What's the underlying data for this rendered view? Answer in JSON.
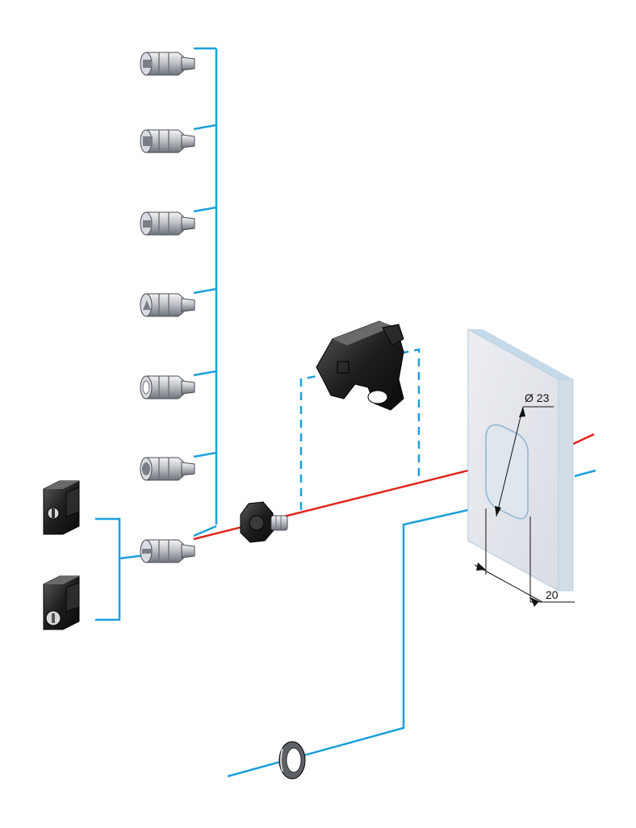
{
  "colors": {
    "assembly_axis": "#e2231a",
    "connector": "#1ca0dc",
    "dimension": "#111111",
    "plate_fill": "#e4e7ec",
    "plate_edge": "#b8cfe0",
    "insert_metal": "#c9cdd2",
    "handle_black": "#1f1f1f"
  },
  "dimensions": {
    "hole_diameter": "Ø 23",
    "slot_width": "20"
  },
  "parts": {
    "insert_variants": [
      "insert-1",
      "insert-2",
      "insert-3",
      "insert-4",
      "insert-5",
      "insert-6",
      "insert-7"
    ],
    "handle_variants": [
      "handle-key",
      "handle-round"
    ],
    "cam": "cam-bracket",
    "nut": "fixing-nut",
    "washer": "seal-washer",
    "plate": "enclosure-plate"
  }
}
